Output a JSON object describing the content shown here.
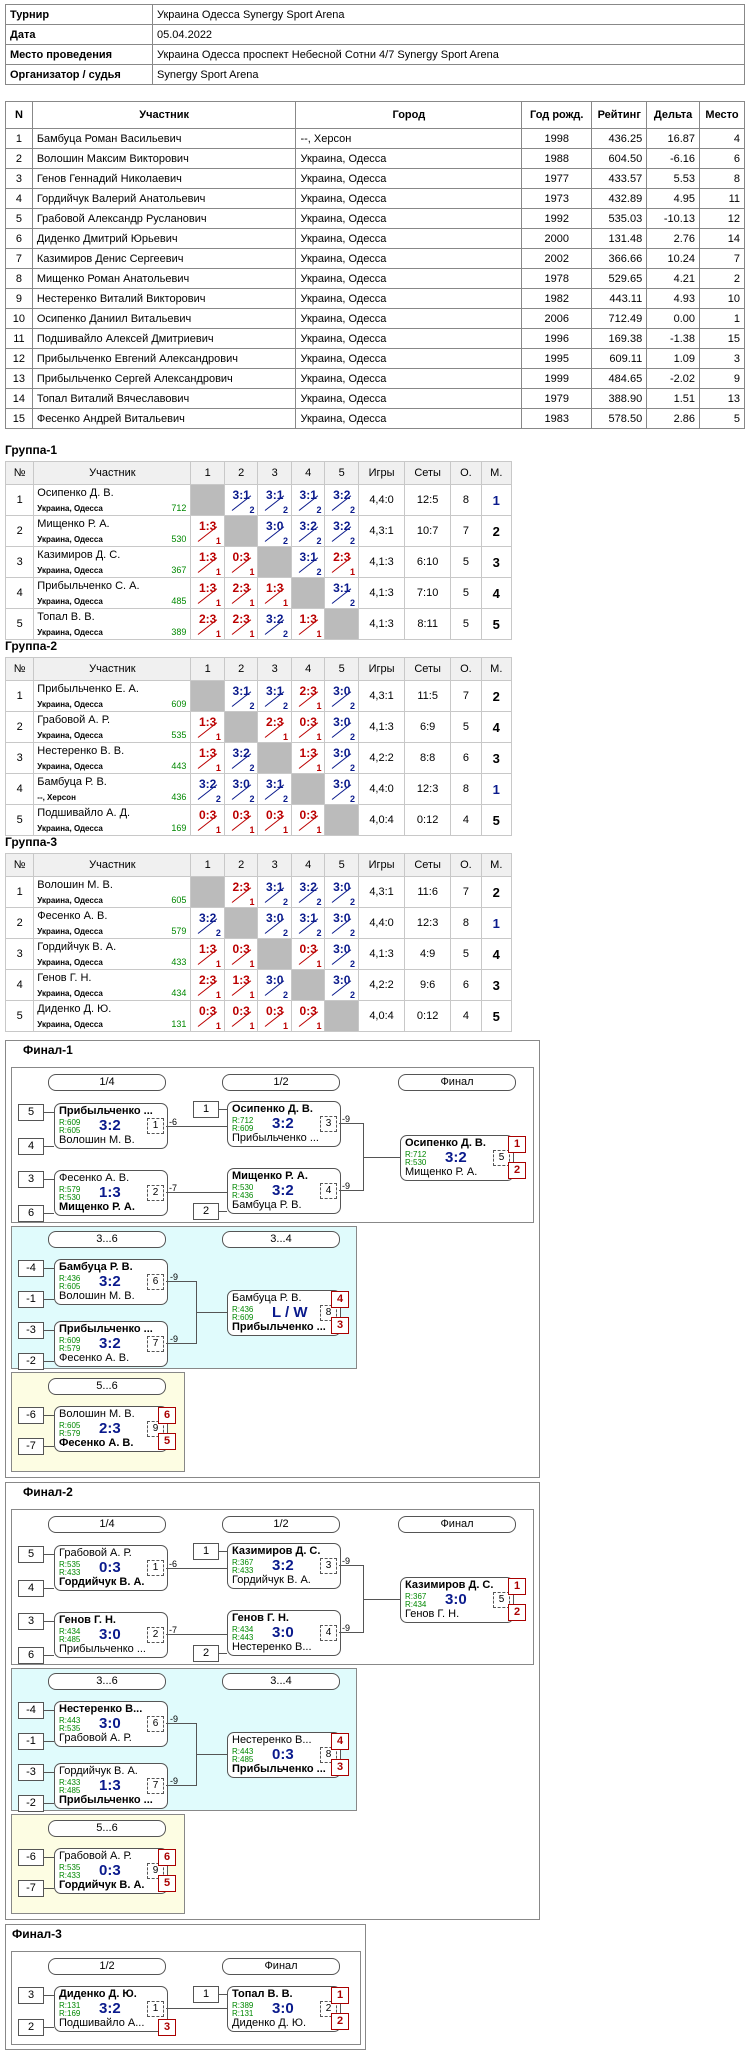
{
  "info": [
    {
      "label": "Турнир",
      "value": "Украина Одесса Synergy Sport Arena"
    },
    {
      "label": "Дата",
      "value": "05.04.2022"
    },
    {
      "label": "Место проведения",
      "value": "Украина Одесса проспект Небесной Сотни 4/7 Synergy Sport Arena"
    },
    {
      "label": "Организатор / судья",
      "value": "Synergy Sport Arena"
    }
  ],
  "players_headers": [
    "N",
    "Участник",
    "Город",
    "Год рожд.",
    "Рейтинг",
    "Дельта",
    "Место"
  ],
  "players": [
    [
      "1",
      "Бамбуца Роман Васильевич",
      "--, Херсон",
      "1998",
      "436.25",
      "16.87",
      "4"
    ],
    [
      "2",
      "Волошин Максим Викторович",
      "Украина, Одесса",
      "1988",
      "604.50",
      "-6.16",
      "6"
    ],
    [
      "3",
      "Генов Геннадий Николаевич",
      "Украина, Одесса",
      "1977",
      "433.57",
      "5.53",
      "8"
    ],
    [
      "4",
      "Гордийчук Валерий Анатольевич",
      "Украина, Одесса",
      "1973",
      "432.89",
      "4.95",
      "11"
    ],
    [
      "5",
      "Грабовой Александр Русланович",
      "Украина, Одесса",
      "1992",
      "535.03",
      "-10.13",
      "12"
    ],
    [
      "6",
      "Диденко Дмитрий Юрьевич",
      "Украина, Одесса",
      "2000",
      "131.48",
      "2.76",
      "14"
    ],
    [
      "7",
      "Казимиров Денис Сергеевич",
      "Украина, Одесса",
      "2002",
      "366.66",
      "10.24",
      "7"
    ],
    [
      "8",
      "Мищенко Роман Анатольевич",
      "Украина, Одесса",
      "1978",
      "529.65",
      "4.21",
      "2"
    ],
    [
      "9",
      "Нестеренко Виталий Викторович",
      "Украина, Одесса",
      "1982",
      "443.11",
      "4.93",
      "10"
    ],
    [
      "10",
      "Осипенко Даниил Витальевич",
      "Украина, Одесса",
      "2006",
      "712.49",
      "0.00",
      "1"
    ],
    [
      "11",
      "Подшивайло Алексей Дмитриевич",
      "Украина, Одесса",
      "1996",
      "169.38",
      "-1.38",
      "15"
    ],
    [
      "12",
      "Прибыльченко Евгений Александрович",
      "Украина, Одесса",
      "1995",
      "609.11",
      "1.09",
      "3"
    ],
    [
      "13",
      "Прибыльченко Сергей Александрович",
      "Украина, Одесса",
      "1999",
      "484.65",
      "-2.02",
      "9"
    ],
    [
      "14",
      "Топал Виталий Вячеславович",
      "Украина, Одесса",
      "1979",
      "388.90",
      "1.51",
      "13"
    ],
    [
      "15",
      "Фесенко Андрей Витальевич",
      "Украина, Одесса",
      "1983",
      "578.50",
      "2.86",
      "5"
    ]
  ],
  "group_headers": [
    "№",
    "Участник",
    "1",
    "2",
    "3",
    "4",
    "5",
    "Игры",
    "Сеты",
    "О.",
    "М."
  ],
  "groups": [
    {
      "title": "Группа-1",
      "rows": [
        {
          "n": "1",
          "name": "Осипенко Д. В.",
          "city": "Украина, Одесса",
          "rating": "712",
          "res": [
            null,
            [
              "3:1",
              "2",
              "w"
            ],
            [
              "3:1",
              "2",
              "w"
            ],
            [
              "3:1",
              "2",
              "w"
            ],
            [
              "3:2",
              "2",
              "w"
            ]
          ],
          "games": "4,4:0",
          "sets": "12:5",
          "o": "8",
          "m": "1"
        },
        {
          "n": "2",
          "name": "Мищенко Р. А.",
          "city": "Украина, Одесса",
          "rating": "530",
          "res": [
            [
              "1:3",
              "1",
              "l"
            ],
            null,
            [
              "3:0",
              "2",
              "w"
            ],
            [
              "3:2",
              "2",
              "w"
            ],
            [
              "3:2",
              "2",
              "w"
            ]
          ],
          "games": "4,3:1",
          "sets": "10:7",
          "o": "7",
          "m": "2"
        },
        {
          "n": "3",
          "name": "Казимиров Д. С.",
          "city": "Украина, Одесса",
          "rating": "367",
          "res": [
            [
              "1:3",
              "1",
              "l"
            ],
            [
              "0:3",
              "1",
              "l"
            ],
            null,
            [
              "3:1",
              "2",
              "w"
            ],
            [
              "2:3",
              "1",
              "l"
            ]
          ],
          "games": "4,1:3",
          "sets": "6:10",
          "o": "5",
          "m": "3"
        },
        {
          "n": "4",
          "name": "Прибыльченко С. А.",
          "city": "Украина, Одесса",
          "rating": "485",
          "res": [
            [
              "1:3",
              "1",
              "l"
            ],
            [
              "2:3",
              "1",
              "l"
            ],
            [
              "1:3",
              "1",
              "l"
            ],
            null,
            [
              "3:1",
              "2",
              "w"
            ]
          ],
          "games": "4,1:3",
          "sets": "7:10",
          "o": "5",
          "m": "4"
        },
        {
          "n": "5",
          "name": "Топал В. В.",
          "city": "Украина, Одесса",
          "rating": "389",
          "res": [
            [
              "2:3",
              "1",
              "l"
            ],
            [
              "2:3",
              "1",
              "l"
            ],
            [
              "3:2",
              "2",
              "w"
            ],
            [
              "1:3",
              "1",
              "l"
            ],
            null
          ],
          "games": "4,1:3",
          "sets": "8:11",
          "o": "5",
          "m": "5"
        }
      ]
    },
    {
      "title": "Группа-2",
      "rows": [
        {
          "n": "1",
          "name": "Прибыльченко Е. А.",
          "city": "Украина, Одесса",
          "rating": "609",
          "res": [
            null,
            [
              "3:1",
              "2",
              "w"
            ],
            [
              "3:1",
              "2",
              "w"
            ],
            [
              "2:3",
              "1",
              "l"
            ],
            [
              "3:0",
              "2",
              "w"
            ]
          ],
          "games": "4,3:1",
          "sets": "11:5",
          "o": "7",
          "m": "2"
        },
        {
          "n": "2",
          "name": "Грабовой А. Р.",
          "city": "Украина, Одесса",
          "rating": "535",
          "res": [
            [
              "1:3",
              "1",
              "l"
            ],
            null,
            [
              "2:3",
              "1",
              "l"
            ],
            [
              "0:3",
              "1",
              "l"
            ],
            [
              "3:0",
              "2",
              "w"
            ]
          ],
          "games": "4,1:3",
          "sets": "6:9",
          "o": "5",
          "m": "4"
        },
        {
          "n": "3",
          "name": "Нестеренко В. В.",
          "city": "Украина, Одесса",
          "rating": "443",
          "res": [
            [
              "1:3",
              "1",
              "l"
            ],
            [
              "3:2",
              "2",
              "w"
            ],
            null,
            [
              "1:3",
              "1",
              "l"
            ],
            [
              "3:0",
              "2",
              "w"
            ]
          ],
          "games": "4,2:2",
          "sets": "8:8",
          "o": "6",
          "m": "3"
        },
        {
          "n": "4",
          "name": "Бамбуца Р. В.",
          "city": "--, Херсон",
          "rating": "436",
          "res": [
            [
              "3:2",
              "2",
              "w"
            ],
            [
              "3:0",
              "2",
              "w"
            ],
            [
              "3:1",
              "2",
              "w"
            ],
            null,
            [
              "3:0",
              "2",
              "w"
            ]
          ],
          "games": "4,4:0",
          "sets": "12:3",
          "o": "8",
          "m": "1"
        },
        {
          "n": "5",
          "name": "Подшивайло А. Д.",
          "city": "Украина, Одесса",
          "rating": "169",
          "res": [
            [
              "0:3",
              "1",
              "l"
            ],
            [
              "0:3",
              "1",
              "l"
            ],
            [
              "0:3",
              "1",
              "l"
            ],
            [
              "0:3",
              "1",
              "l"
            ],
            null
          ],
          "games": "4,0:4",
          "sets": "0:12",
          "o": "4",
          "m": "5"
        }
      ]
    },
    {
      "title": "Группа-3",
      "rows": [
        {
          "n": "1",
          "name": "Волошин М. В.",
          "city": "Украина, Одесса",
          "rating": "605",
          "res": [
            null,
            [
              "2:3",
              "1",
              "l"
            ],
            [
              "3:1",
              "2",
              "w"
            ],
            [
              "3:2",
              "2",
              "w"
            ],
            [
              "3:0",
              "2",
              "w"
            ]
          ],
          "games": "4,3:1",
          "sets": "11:6",
          "o": "7",
          "m": "2"
        },
        {
          "n": "2",
          "name": "Фесенко А. В.",
          "city": "Украина, Одесса",
          "rating": "579",
          "res": [
            [
              "3:2",
              "2",
              "w"
            ],
            null,
            [
              "3:0",
              "2",
              "w"
            ],
            [
              "3:1",
              "2",
              "w"
            ],
            [
              "3:0",
              "2",
              "w"
            ]
          ],
          "games": "4,4:0",
          "sets": "12:3",
          "o": "8",
          "m": "1"
        },
        {
          "n": "3",
          "name": "Гордийчук В. А.",
          "city": "Украина, Одесса",
          "rating": "433",
          "res": [
            [
              "1:3",
              "1",
              "l"
            ],
            [
              "0:3",
              "1",
              "l"
            ],
            null,
            [
              "0:3",
              "1",
              "l"
            ],
            [
              "3:0",
              "2",
              "w"
            ]
          ],
          "games": "4,1:3",
          "sets": "4:9",
          "o": "5",
          "m": "4"
        },
        {
          "n": "4",
          "name": "Генов Г. Н.",
          "city": "Украина, Одесса",
          "rating": "434",
          "res": [
            [
              "2:3",
              "1",
              "l"
            ],
            [
              "1:3",
              "1",
              "l"
            ],
            [
              "3:0",
              "2",
              "w"
            ],
            null,
            [
              "3:0",
              "2",
              "w"
            ]
          ],
          "games": "4,2:2",
          "sets": "9:6",
          "o": "6",
          "m": "3"
        },
        {
          "n": "5",
          "name": "Диденко Д. Ю.",
          "city": "Украина, Одесса",
          "rating": "131",
          "res": [
            [
              "0:3",
              "1",
              "l"
            ],
            [
              "0:3",
              "1",
              "l"
            ],
            [
              "0:3",
              "1",
              "l"
            ],
            [
              "0:3",
              "1",
              "l"
            ],
            null
          ],
          "games": "4,0:4",
          "sets": "0:12",
          "o": "4",
          "m": "5"
        }
      ]
    }
  ],
  "finals": [
    {
      "title": "Финал-1",
      "rounds": {
        "q": "1/4",
        "s": "1/2",
        "f": "Финал",
        "c36": "3...6",
        "c34": "3...4",
        "c56": "5...6"
      },
      "seeds": {
        "a": "5",
        "b": "4",
        "c": "3",
        "d": "6",
        "e": "1",
        "f": "2",
        "g": "-4",
        "h": "-1",
        "i": "-3",
        "j": "-2",
        "k": "-6",
        "l": "-7"
      },
      "matches": {
        "m1": {
          "p1": "Прибыльченко ...",
          "p1b": true,
          "r1": "R:609",
          "r2": "R:605",
          "p2": "Волошин М. В.",
          "p2b": false,
          "score": "3:2",
          "num": "1"
        },
        "m2": {
          "p1": "Фесенко А. В.",
          "p1b": false,
          "r1": "R:579",
          "r2": "R:530",
          "p2": "Мищенко Р. А.",
          "p2b": true,
          "score": "1:3",
          "num": "2"
        },
        "m3": {
          "p1": "Осипенко Д. В.",
          "p1b": true,
          "r1": "R:712",
          "r2": "R:609",
          "p2": "Прибыльченко ...",
          "p2b": false,
          "score": "3:2",
          "num": "3"
        },
        "m4": {
          "p1": "Мищенко Р. А.",
          "p1b": true,
          "r1": "R:530",
          "r2": "R:436",
          "p2": "Бамбуца Р. В.",
          "p2b": false,
          "score": "3:2",
          "num": "4"
        },
        "m5": {
          "p1": "Осипенко Д. В.",
          "p1b": true,
          "r1": "R:712",
          "r2": "R:530",
          "p2": "Мищенко Р. А.",
          "p2b": false,
          "score": "3:2",
          "num": "5"
        },
        "m6": {
          "p1": "Бамбуца Р. В.",
          "p1b": true,
          "r1": "R:436",
          "r2": "R:605",
          "p2": "Волошин М. В.",
          "p2b": false,
          "score": "3:2",
          "num": "6"
        },
        "m7": {
          "p1": "Прибыльченко ...",
          "p1b": true,
          "r1": "R:609",
          "r2": "R:579",
          "p2": "Фесенко А. В.",
          "p2b": false,
          "score": "3:2",
          "num": "7"
        },
        "m8": {
          "p1": "Бамбуца Р. В.",
          "p1b": false,
          "r1": "R:436",
          "r2": "R:609",
          "p2": "Прибыльченко ...",
          "p2b": true,
          "score": "L / W",
          "num": "8"
        },
        "m9": {
          "p1": "Волошин М. В.",
          "p1b": false,
          "r1": "R:605",
          "r2": "R:579",
          "p2": "Фесенко А. В.",
          "p2b": true,
          "score": "2:3",
          "num": "9"
        }
      },
      "places": {
        "p1": "1",
        "p2": "2",
        "p4": "4",
        "p3": "3",
        "p6": "6",
        "p5": "5"
      },
      "losers": {
        "a": "-6",
        "b": "-7",
        "c": "-9",
        "d": "-9"
      }
    },
    {
      "title": "Финал-2",
      "rounds": {
        "q": "1/4",
        "s": "1/2",
        "f": "Финал",
        "c36": "3...6",
        "c34": "3...4",
        "c56": "5...6"
      },
      "seeds": {
        "a": "5",
        "b": "4",
        "c": "3",
        "d": "6",
        "e": "1",
        "f": "2",
        "g": "-4",
        "h": "-1",
        "i": "-3",
        "j": "-2",
        "k": "-6",
        "l": "-7"
      },
      "matches": {
        "m1": {
          "p1": "Грабовой А. Р.",
          "p1b": false,
          "r1": "R:535",
          "r2": "R:433",
          "p2": "Гордийчук В. А.",
          "p2b": true,
          "score": "0:3",
          "num": "1"
        },
        "m2": {
          "p1": "Генов Г. Н.",
          "p1b": true,
          "r1": "R:434",
          "r2": "R:485",
          "p2": "Прибыльченко ...",
          "p2b": false,
          "score": "3:0",
          "num": "2"
        },
        "m3": {
          "p1": "Казимиров Д. С.",
          "p1b": true,
          "r1": "R:367",
          "r2": "R:433",
          "p2": "Гордийчук В. А.",
          "p2b": false,
          "score": "3:2",
          "num": "3"
        },
        "m4": {
          "p1": "Генов Г. Н.",
          "p1b": true,
          "r1": "R:434",
          "r2": "R:443",
          "p2": "Нестеренко В...",
          "p2b": false,
          "score": "3:0",
          "num": "4"
        },
        "m5": {
          "p1": "Казимиров Д. С.",
          "p1b": true,
          "r1": "R:367",
          "r2": "R:434",
          "p2": "Генов Г. Н.",
          "p2b": false,
          "score": "3:0",
          "num": "5"
        },
        "m6": {
          "p1": "Нестеренко В...",
          "p1b": true,
          "r1": "R:443",
          "r2": "R:535",
          "p2": "Грабовой А. Р.",
          "p2b": false,
          "score": "3:0",
          "num": "6"
        },
        "m7": {
          "p1": "Гордийчук В. А.",
          "p1b": false,
          "r1": "R:433",
          "r2": "R:485",
          "p2": "Прибыльченко ...",
          "p2b": true,
          "score": "1:3",
          "num": "7"
        },
        "m8": {
          "p1": "Нестеренко В...",
          "p1b": false,
          "r1": "R:443",
          "r2": "R:485",
          "p2": "Прибыльченко ...",
          "p2b": true,
          "score": "0:3",
          "num": "8"
        },
        "m9": {
          "p1": "Грабовой А. Р.",
          "p1b": false,
          "r1": "R:535",
          "r2": "R:433",
          "p2": "Гордийчук В. А.",
          "p2b": true,
          "score": "0:3",
          "num": "9"
        }
      },
      "places": {
        "p1": "1",
        "p2": "2",
        "p4": "4",
        "p3": "3",
        "p6": "6",
        "p5": "5"
      },
      "losers": {
        "a": "-6",
        "b": "-7",
        "c": "-9",
        "d": "-9"
      }
    },
    {
      "title": "Финал-3",
      "rounds": {
        "s": "1/2",
        "f": "Финал"
      },
      "seeds": {
        "a": "3",
        "b": "2",
        "c": "1"
      },
      "matches": {
        "m1": {
          "p1": "Диденко Д. Ю.",
          "p1b": true,
          "r1": "R:131",
          "r2": "R:169",
          "p2": "Подшивайло А...",
          "p2b": false,
          "score": "3:2",
          "num": "1"
        },
        "m2": {
          "p1": "Топал В. В.",
          "p1b": true,
          "r1": "R:389",
          "r2": "R:131",
          "p2": "Диденко Д. Ю.",
          "p2b": false,
          "score": "3:0",
          "num": "2"
        }
      },
      "places": {
        "p3": "3",
        "p1": "1",
        "p2": "2"
      }
    }
  ]
}
